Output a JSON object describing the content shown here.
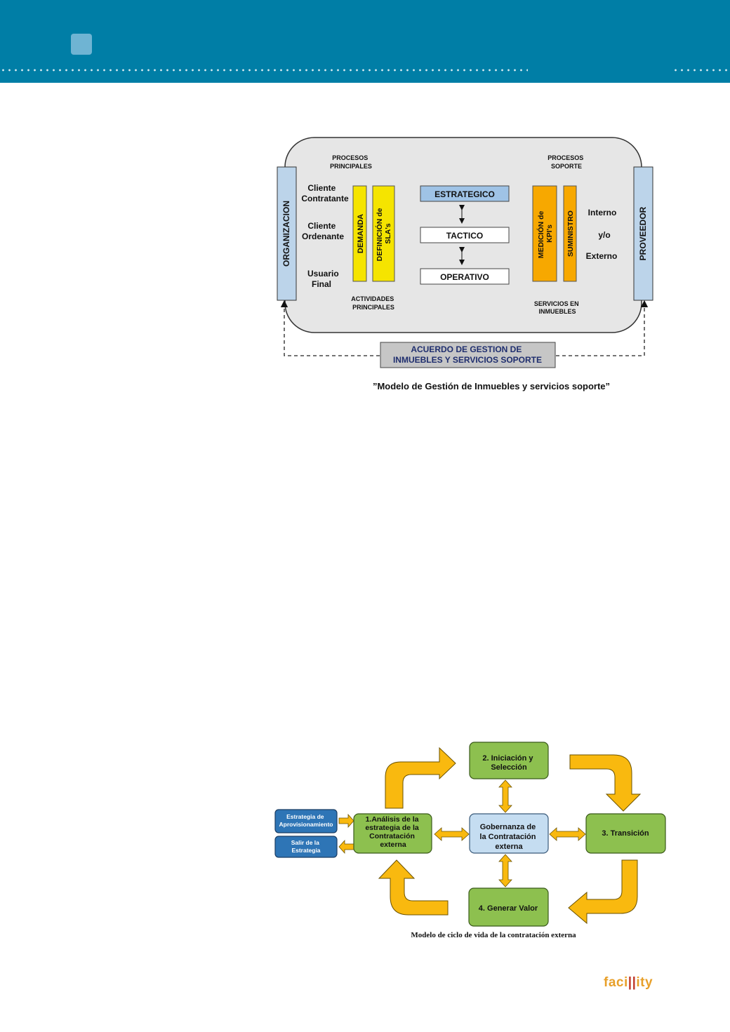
{
  "diagram1": {
    "processes_main": [
      "PROCESOS",
      "PRINCIPALES"
    ],
    "processes_support": [
      "PROCESOS",
      "SOPORTE"
    ],
    "organizacion": "ORGANIZACION",
    "proveedor": "PROVEEDOR",
    "client_contratante": [
      "Cliente",
      "Contratante"
    ],
    "client_ordenante": [
      "Cliente",
      "Ordenante"
    ],
    "usuario_final": [
      "Usuario",
      "Final"
    ],
    "demanda": "DEMANDA",
    "definicion": [
      "DEFINICIÓN de",
      "SLA's"
    ],
    "estrategico": "ESTRATEGICO",
    "tactico": "TACTICO",
    "operativo": "OPERATIVO",
    "medicion": [
      "MEDICIÓN  de",
      "KPI's"
    ],
    "suministro": "SUMINISTRO",
    "interno": "Interno",
    "yo": "y/o",
    "externo": "Externo",
    "actividades": [
      "ACTIVIDADES",
      "PRINCIPALES"
    ],
    "servicios": [
      "SERVICIOS  EN",
      "INMUEBLES"
    ],
    "acuerdo": [
      "ACUERDO DE GESTION DE",
      "INMUEBLES Y SERVICIOS  SOPORTE"
    ],
    "caption": "”Modelo de Gestión de Inmuebles y servicios soporte”",
    "colors": {
      "yellow": "#f5e400",
      "orange": "#f7a800",
      "blue_light": "#bcd4ea",
      "blue_strategic": "#9fc3e6"
    }
  },
  "diagram2": {
    "estrategia_aprov": [
      "Estrategia de",
      "Aprovisionamiento"
    ],
    "salir": [
      "Salir de la",
      "Estrategia"
    ],
    "analisis": [
      "1.Análisis de la",
      "estrategia de la",
      "Contratación",
      "externa"
    ],
    "iniciacion": [
      "2. Iniciación y",
      "Selección"
    ],
    "gobernanza": [
      "Gobernanza de",
      "la Contratación",
      "externa"
    ],
    "transicion": "3. Transición",
    "generar": "4. Generar Valor",
    "caption": "Modelo de ciclo de vida de la contratación externa",
    "colors": {
      "green": "#8dc04f",
      "blue_dark": "#2e75b6",
      "blue_light": "#c5ddf1",
      "arrow": "#f9b90f"
    }
  },
  "footer": {
    "logo_left": "faci",
    "logo_bar": "||",
    "logo_right": "ity"
  }
}
